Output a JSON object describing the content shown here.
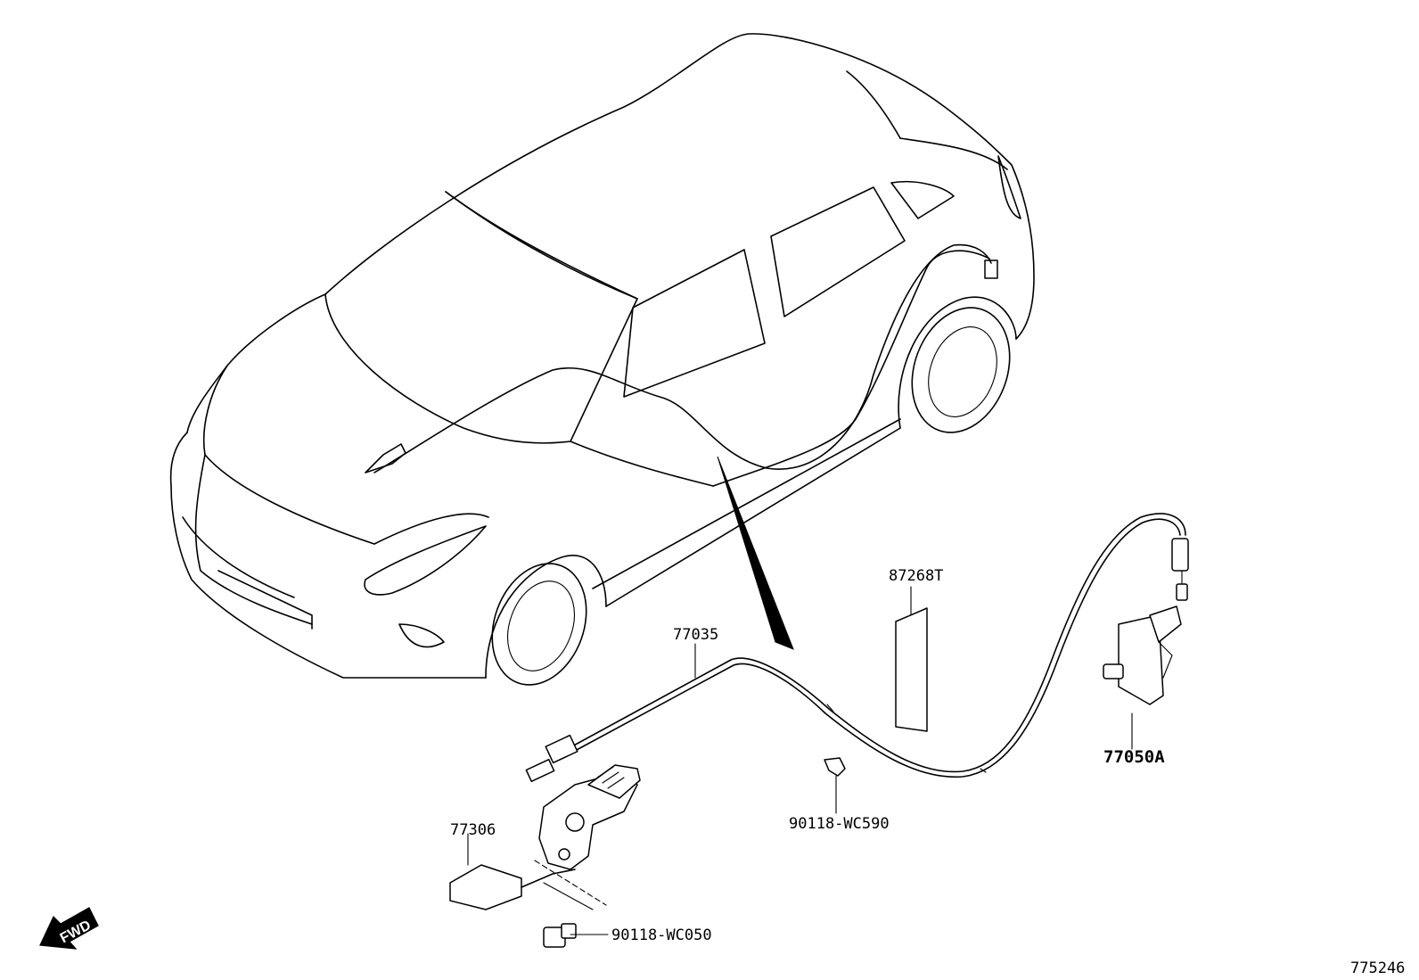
{
  "diagram_id": "775246",
  "fwd_label": "FWD",
  "callouts": {
    "latch": "77306",
    "release_cable": "77035",
    "clip": "90118-WC590",
    "label_plate": "87268T",
    "lever_assembly": "77050A",
    "bolt": "90118-WC050"
  }
}
